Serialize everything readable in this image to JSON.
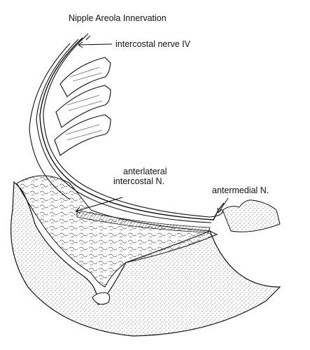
{
  "figure": {
    "title": "Nipple Areola Innervation",
    "labels": {
      "intercostal_nerve_iv": "intercostal nerve IV",
      "anterolateral_line1": "anterlateral",
      "anterolateral_line2": "intercostal N.",
      "antermedial": "antermedial N."
    }
  },
  "colors": {
    "ink": "#111111",
    "paper": "#ffffff",
    "stipple": "#444444"
  }
}
